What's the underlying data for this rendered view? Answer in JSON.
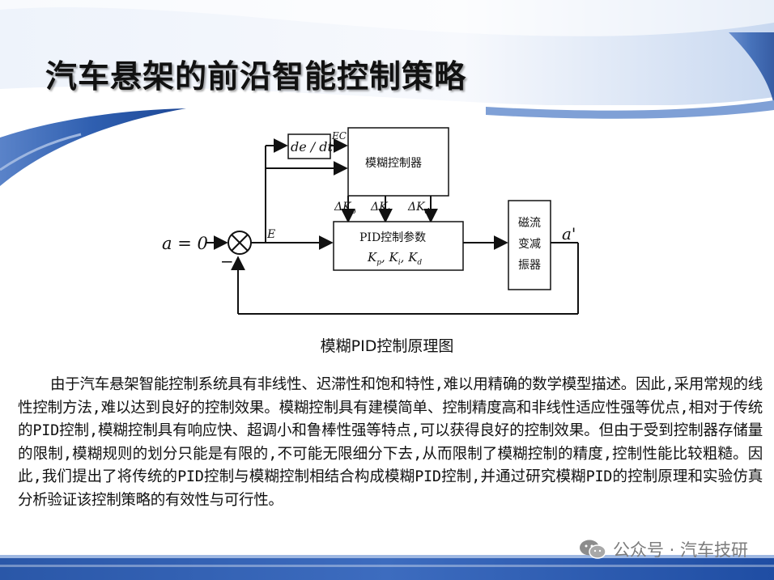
{
  "slide": {
    "title": "汽车悬架的前沿智能控制策略"
  },
  "diagram": {
    "input_label": "a = 0",
    "derivative_label": "de / dt",
    "ec_label": "EC",
    "e_label": "E",
    "minus_label": "−",
    "fuzzy_controller_label": "模糊控制器",
    "delta_kp": "ΔK",
    "delta_kp_sub": "p",
    "delta_ki": "ΔK",
    "delta_ki_sub": "i",
    "delta_kd": "ΔK",
    "delta_kd_sub": "d",
    "pid_block_line1": "PID控制参数",
    "pid_block_line2_k": "K",
    "pid_sub_p": "p",
    "pid_sub_i": "i",
    "pid_sub_d": "d",
    "damper_line1": "磁流",
    "damper_line2": "变减",
    "damper_line3": "振器",
    "output_label": "a'"
  },
  "caption": "模糊PID控制原理图",
  "paragraph": "由于汽车悬架智能控制系统具有非线性、迟滞性和饱和特性,难以用精确的数学模型描述。因此,采用常规的线性控制方法,难以达到良好的控制效果。模糊控制具有建模简单、控制精度高和非线性适应性强等优点,相对于传统的PID控制,模糊控制具有响应快、超调小和鲁棒性强等特点,可以获得良好的控制效果。但由于受到控制器存储量的限制,模糊规则的划分只能是有限的,不可能无限细分下去,从而限制了模糊控制的精度,控制性能比较粗糙。因此,我们提出了将传统的PID控制与模糊控制相结合构成模糊PID控制,并通过研究模糊PID的控制原理和实验仿真分析验证该控制策略的有效性与可行性。",
  "watermark": {
    "text": "公众号 · 汽车技研",
    "icon": "wechat-icon"
  },
  "colors": {
    "banner_blue": "#2f5fb0",
    "banner_light": "#dfe9f7",
    "footer_blue": "#1f4da3"
  }
}
